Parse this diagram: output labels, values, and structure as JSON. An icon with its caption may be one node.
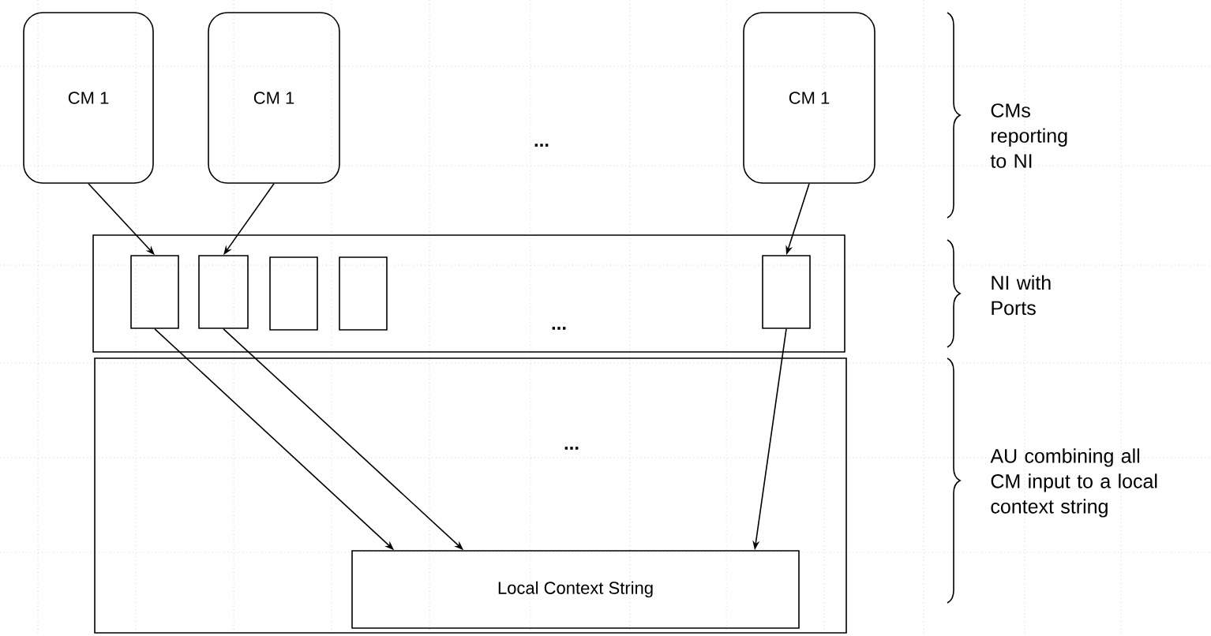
{
  "diagram": {
    "nodes": [
      {
        "text": [
          "CM 1"
        ]
      },
      {
        "text": [
          "CM 1"
        ]
      },
      {
        "text": [
          "CM 1"
        ]
      },
      {
        "text": [
          "..."
        ]
      },
      {
        "text": [],
        "shape": "box",
        "in": 3
      },
      {
        "text": [],
        "shape": "box",
        "in": 3
      },
      {
        "text": [],
        "shape": "box",
        "in": 3
      },
      {
        "text": [],
        "shape": "box",
        "in": 3
      },
      {
        "text": [],
        "shape": "box",
        "in": 3
      },
      {
        "text": [
          "..."
        ]
      },
      {
        "text": [
          "Local Context String"
        ],
        "in": 9
      }
    ],
    "edges": [
      {
        "from": 0,
        "to": 4,
        "arrow": "to"
      },
      {
        "from": 1,
        "to": 5,
        "arrow": "to"
      },
      {
        "from": 2,
        "to": 8,
        "arrow": "to"
      },
      {
        "from": 4,
        "to": 10,
        "arrow": "to"
      },
      {
        "from": 5,
        "to": 10,
        "arrow": "to"
      },
      {
        "from": 8,
        "to": 10,
        "arrow": "to"
      }
    ],
    "labels": [
      "...",
      "CMs reporting to NI",
      "NI with Ports",
      "AU combining all CM input to a local context string"
    ]
  }
}
